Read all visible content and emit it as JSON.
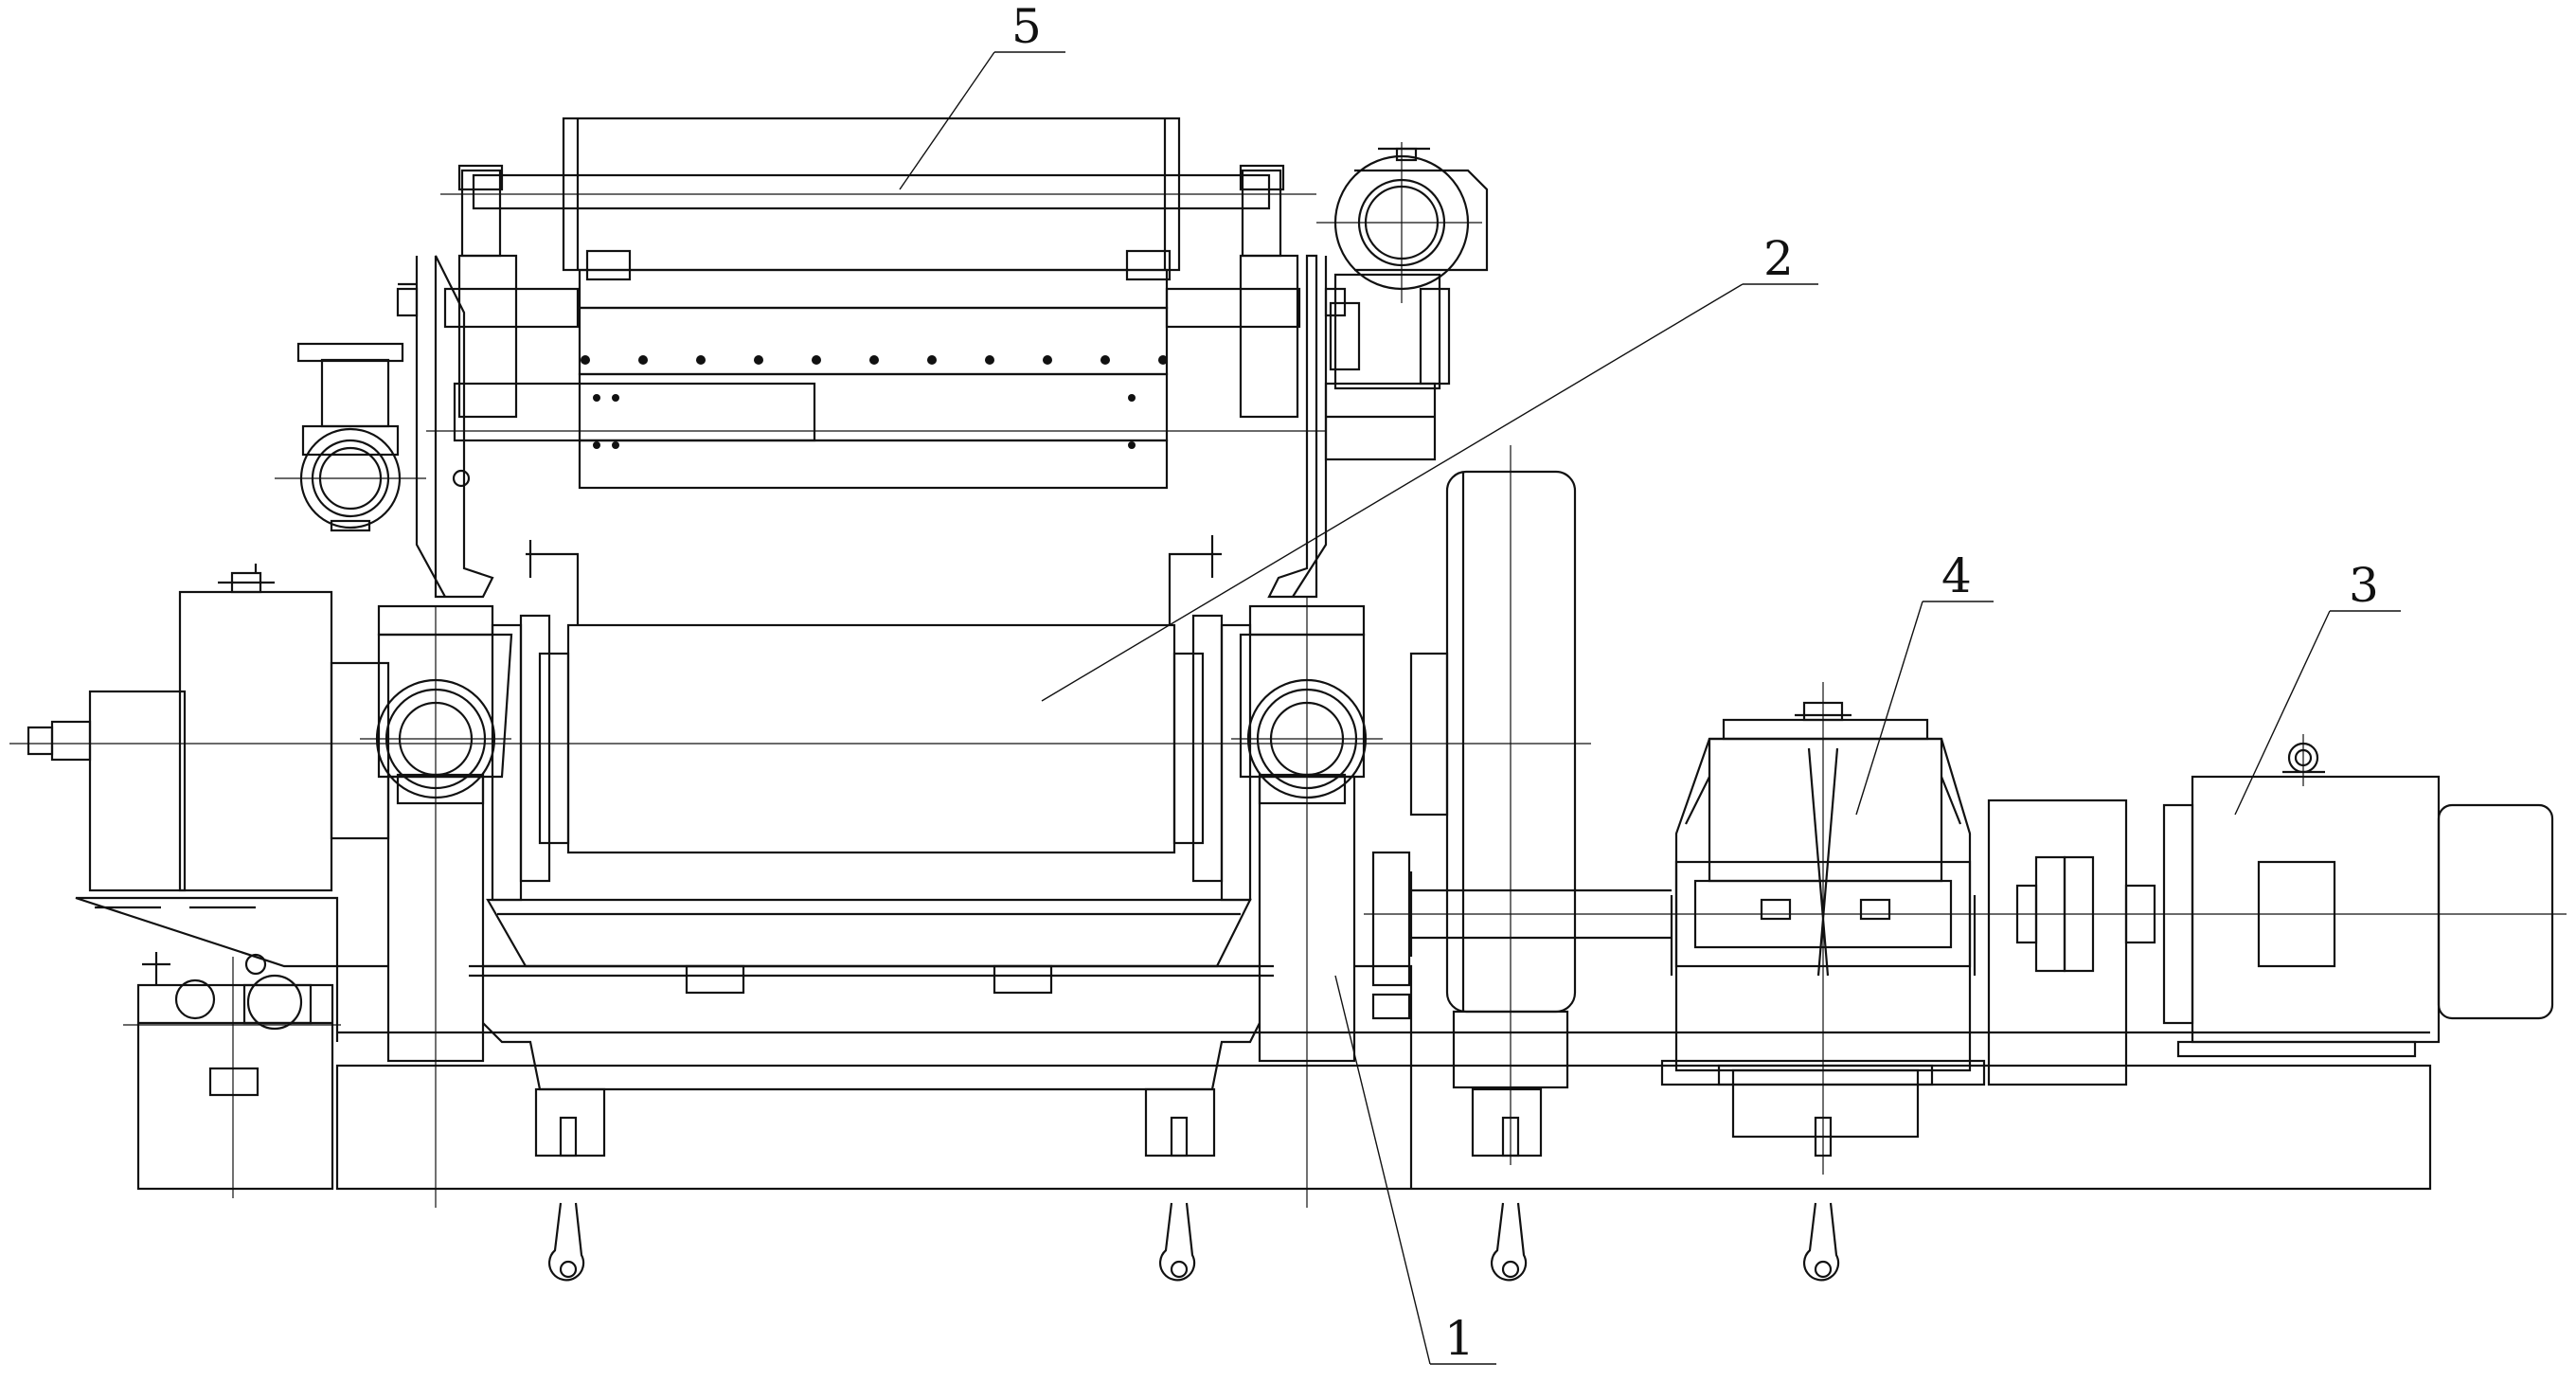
{
  "diagram": {
    "callouts": [
      {
        "id": "1",
        "label": "1"
      },
      {
        "id": "2",
        "label": "2"
      },
      {
        "id": "3",
        "label": "3"
      },
      {
        "id": "4",
        "label": "4"
      },
      {
        "id": "5",
        "label": "5"
      }
    ]
  },
  "colors": {
    "line": "#111111",
    "background": "#ffffff"
  }
}
